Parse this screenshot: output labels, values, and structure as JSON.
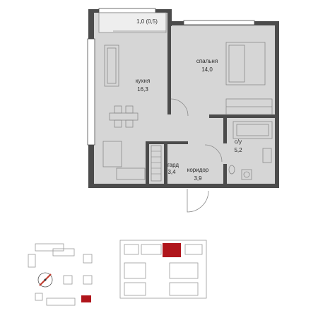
{
  "plan": {
    "rooms": [
      {
        "id": "balcony",
        "name": "",
        "area": "1,0 (0,5)"
      },
      {
        "id": "kitchen",
        "name": "кухня",
        "area": "16,3"
      },
      {
        "id": "bedroom",
        "name": "спальня",
        "area": "14,0"
      },
      {
        "id": "bathroom",
        "name": "с/у",
        "area": "5,2"
      },
      {
        "id": "wardrobe",
        "name": "гард",
        "area": "3,4"
      },
      {
        "id": "corridor",
        "name": "коридор",
        "area": "3,9"
      }
    ]
  },
  "colors": {
    "wall": "#4b4b4b",
    "floor": "#d6d6d6",
    "highlight": "#b0151b",
    "compass_arrow": "#c0392b"
  },
  "icons": [
    "compass-icon",
    "floor-locator-icon"
  ]
}
